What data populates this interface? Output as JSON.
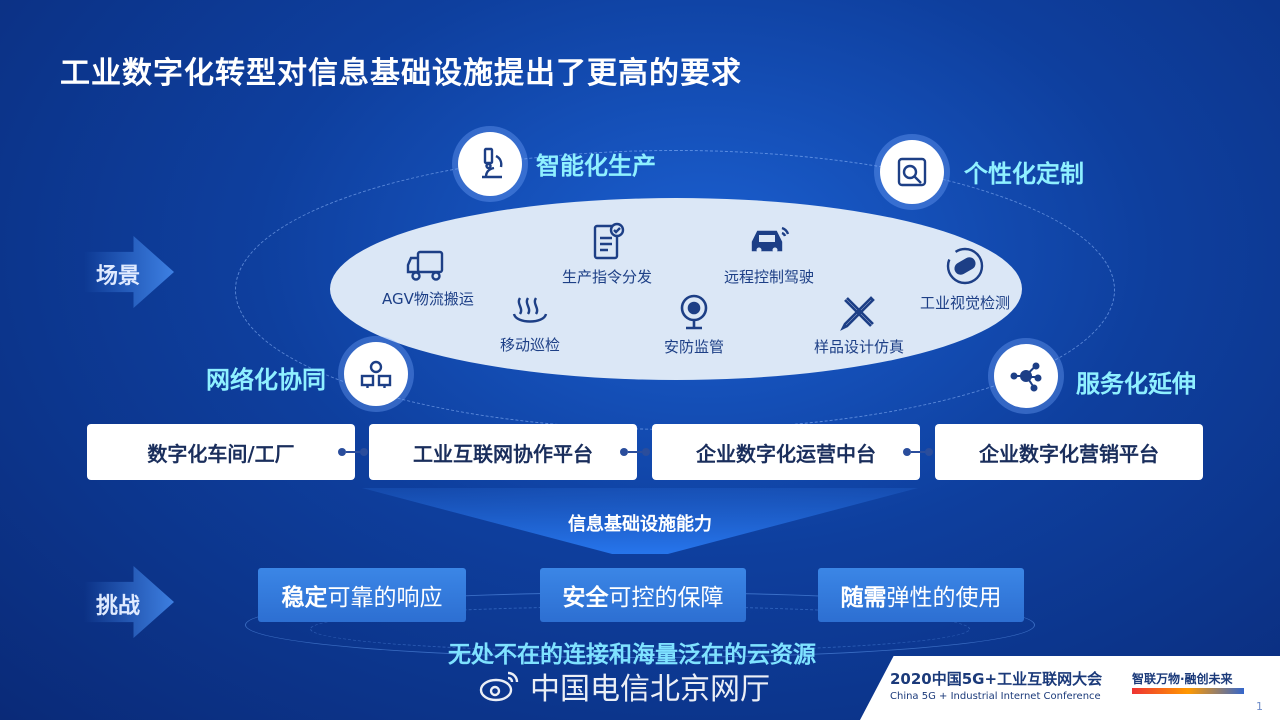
{
  "title": "工业数字化转型对信息基础设施提出了更高的要求",
  "side_labels": {
    "scene": "场景",
    "challenge": "挑战"
  },
  "categories": {
    "top_left": "智能化生产",
    "top_right": "个性化定制",
    "bottom_left": "网络化协同",
    "bottom_right": "服务化延伸"
  },
  "scenes": [
    {
      "label": "AGV物流搬运",
      "icon": "truck-icon"
    },
    {
      "label": "生产指令分发",
      "icon": "document-check-icon"
    },
    {
      "label": "远程控制驾驶",
      "icon": "car-icon"
    },
    {
      "label": "工业视觉检测",
      "icon": "capsule-inspection-icon"
    },
    {
      "label": "移动巡检",
      "icon": "waves-icon"
    },
    {
      "label": "安防监管",
      "icon": "camera-icon"
    },
    {
      "label": "样品设计仿真",
      "icon": "ruler-pencil-icon"
    }
  ],
  "platforms": [
    "数字化车间/工厂",
    "工业互联网协作平台",
    "企业数字化运营中台",
    "企业数字化营销平台"
  ],
  "infra_label": "信息基础设施能力",
  "challenges": [
    {
      "bold": "稳定",
      "rest": "可靠的响应"
    },
    {
      "bold": "安全",
      "rest": "可控的保障"
    },
    {
      "bold": "随需",
      "rest": "弹性的使用"
    }
  ],
  "bottom_tag": "无处不在的连接和海量泛在的云资源",
  "watermark": "中国电信北京网厅",
  "conference": {
    "cn": "2020中国5G+工业互联网大会",
    "en": "China 5G + Industrial Internet Conference",
    "slogan": "智联万物·融创未来"
  },
  "page_number": "1",
  "colors": {
    "accent_cyan": "#8ff0ff",
    "icon_blue": "#1d3f86",
    "bg_blue": "#0e3f9e"
  }
}
